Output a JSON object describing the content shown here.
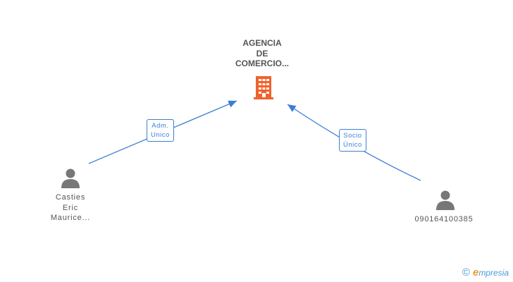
{
  "company": {
    "name_lines": [
      "AGENCIA",
      "DE",
      "COMERCIO..."
    ],
    "icon": "building-icon",
    "color": "#f0622e"
  },
  "people": [
    {
      "id": "person-left",
      "icon": "person-icon",
      "name_lines": [
        "Casties",
        "Eric",
        "Maurice..."
      ]
    },
    {
      "id": "person-right",
      "icon": "person-icon",
      "name_lines": [
        "090164100385"
      ]
    }
  ],
  "relations": [
    {
      "id": "rel-left",
      "label_lines": [
        "Adm.",
        "Unico"
      ]
    },
    {
      "id": "rel-right",
      "label_lines": [
        "Socio",
        "Único"
      ]
    }
  ],
  "footer": {
    "copyright_symbol": "©",
    "brand_initial": "e",
    "brand_rest": "mpresia"
  },
  "colors": {
    "edge": "#3b7fd4",
    "node_text": "#555555",
    "person_icon": "#777777"
  }
}
